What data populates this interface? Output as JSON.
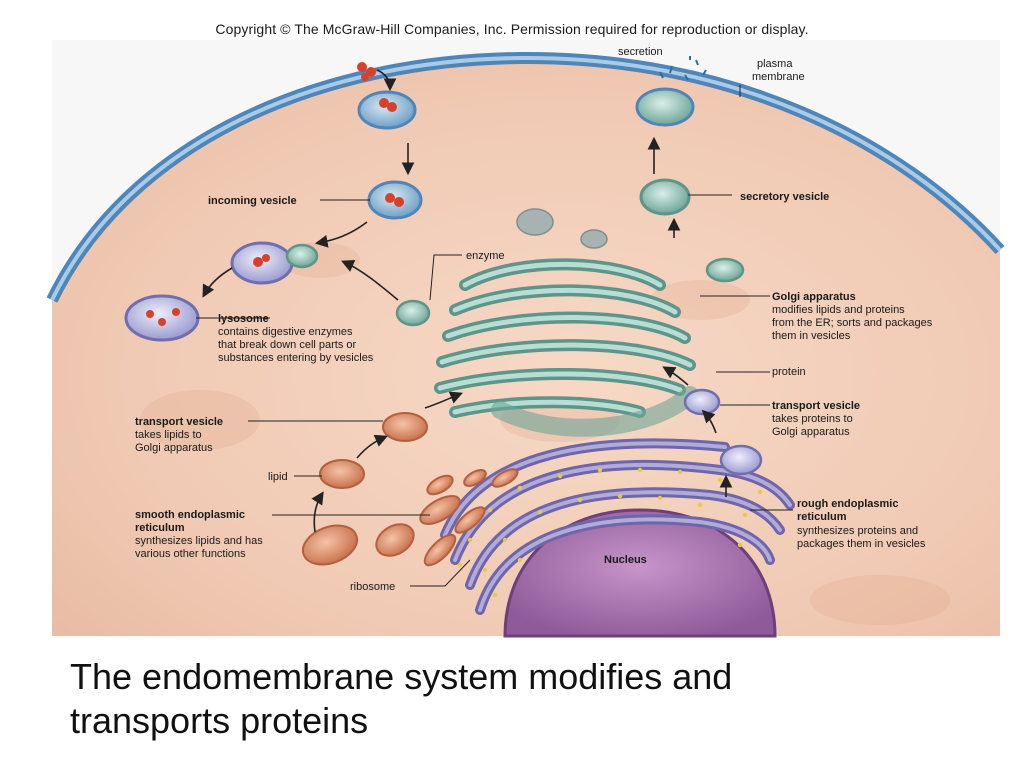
{
  "copyright": "Copyright © The McGraw-Hill Companies, Inc. Permission required for reproduction or display.",
  "caption_line1": "The endomembrane system modifies and",
  "caption_line2": "transports proteins",
  "labels": {
    "secretion": "secretion",
    "plasma_membrane_1": "plasma",
    "plasma_membrane_2": "membrane",
    "incoming_vesicle": "incoming vesicle",
    "secretory_vesicle": "secretory vesicle",
    "enzyme": "enzyme",
    "lysosome_title": "lysosome",
    "lysosome_desc_1": "contains digestive enzymes",
    "lysosome_desc_2": "that break down cell parts or",
    "lysosome_desc_3": "substances entering by vesicles",
    "golgi_title": "Golgi apparatus",
    "golgi_desc_1": "modifies lipids and proteins",
    "golgi_desc_2": "from the ER; sorts and packages",
    "golgi_desc_3": "them in vesicles",
    "protein": "protein",
    "transport_vesicle_right_title": "transport vesicle",
    "transport_vesicle_right_desc_1": "takes proteins to",
    "transport_vesicle_right_desc_2": "Golgi apparatus",
    "transport_vesicle_left_title": "transport vesicle",
    "transport_vesicle_left_desc_1": "takes lipids to",
    "transport_vesicle_left_desc_2": "Golgi apparatus",
    "lipid": "lipid",
    "smooth_er_title_1": "smooth endoplasmic",
    "smooth_er_title_2": "reticulum",
    "smooth_er_desc_1": "synthesizes lipids and has",
    "smooth_er_desc_2": "various other functions",
    "rough_er_title_1": "rough endoplasmic",
    "rough_er_title_2": "reticulum",
    "rough_er_desc_1": "synthesizes proteins and",
    "rough_er_desc_2": "packages them in vesicles",
    "nucleus": "Nucleus",
    "ribosome": "ribosome"
  },
  "colors": {
    "cytoplasm": "#f2cdb8",
    "membrane": "#5b8fc0",
    "vesicle": "#7fa9cf",
    "golgi": "#7fb3a8",
    "rough_er": "#8f86bf",
    "smooth_er": "#d48a6a",
    "nucleus": "#b07ab5",
    "cargo": "#d9402a"
  }
}
